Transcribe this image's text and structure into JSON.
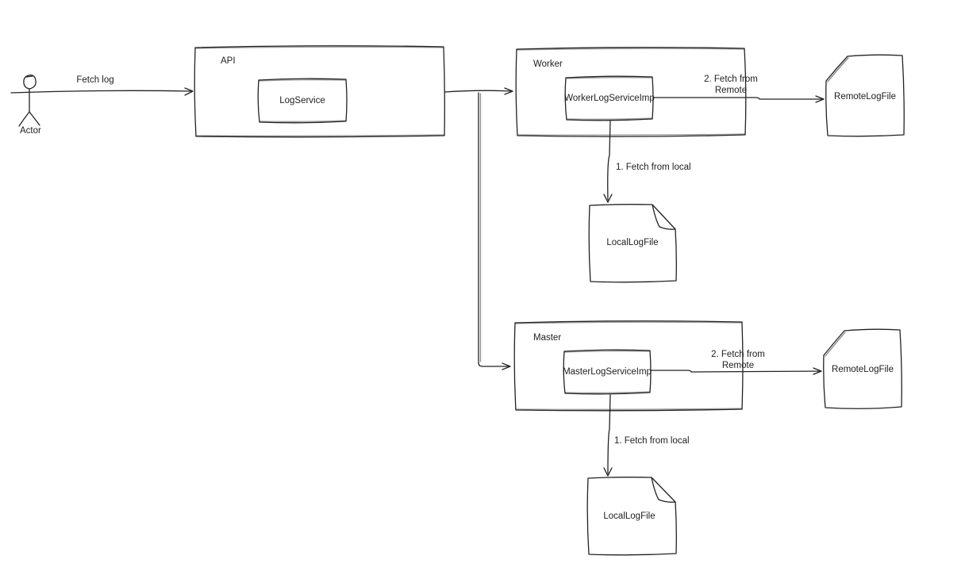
{
  "canvas": {
    "background": "#ffffff",
    "stroke_color": "#222222",
    "text_color": "#1d1d1d"
  },
  "actor": {
    "label": "Actor"
  },
  "edges": {
    "fetch_log": "Fetch log",
    "worker_fetch_remote": {
      "line1": "2. Fetch from",
      "line2": "Remote"
    },
    "worker_fetch_local": "1. Fetch from local",
    "master_fetch_remote": {
      "line1": "2. Fetch from",
      "line2": "Remote"
    },
    "master_fetch_local": "1. Fetch from local"
  },
  "nodes": {
    "api": {
      "title": "API",
      "service": "LogService"
    },
    "worker": {
      "title": "Worker",
      "service": "WorkerLogServiceImp"
    },
    "master": {
      "title": "Master",
      "service": "MasterLogServiceImp"
    },
    "worker_remote_file": {
      "label": "RemoteLogFile"
    },
    "worker_local_file": {
      "label": "LocalLogFile"
    },
    "master_remote_file": {
      "label": "RemoteLogFile"
    },
    "master_local_file": {
      "label": "LocalLogFile"
    }
  }
}
